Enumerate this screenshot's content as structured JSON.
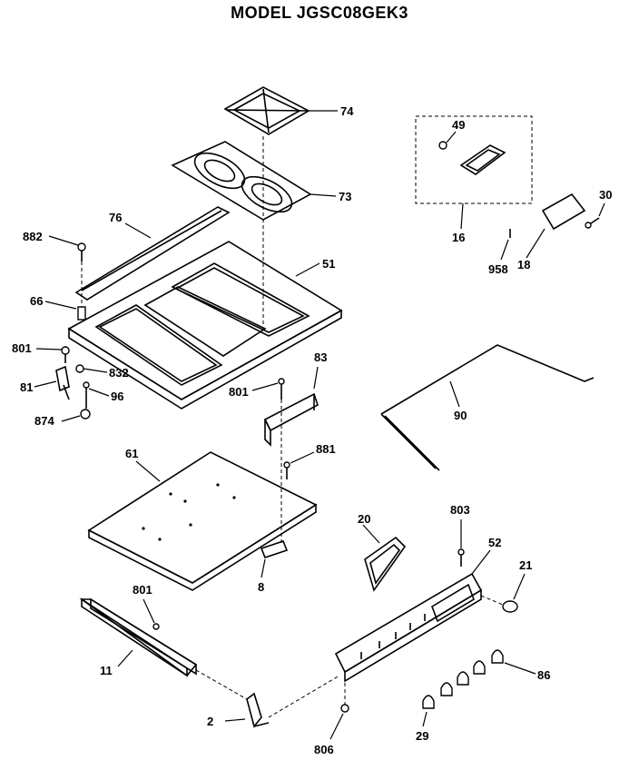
{
  "title": "MODEL JGSC08GEK3",
  "labels": {
    "74": "74",
    "73": "73",
    "49": "49",
    "16": "16",
    "30": "30",
    "958": "958",
    "18": "18",
    "76": "76",
    "882": "882",
    "51": "51",
    "66": "66",
    "801": "801",
    "81": "81",
    "832": "832",
    "96": "96",
    "874": "874",
    "801b": "801",
    "83": "83",
    "881": "881",
    "90": "90",
    "61": "61",
    "8": "8",
    "20": "20",
    "803": "803",
    "52": "52",
    "21": "21",
    "801c": "801",
    "11": "11",
    "86": "86",
    "2": "2",
    "29": "29",
    "806": "806"
  }
}
